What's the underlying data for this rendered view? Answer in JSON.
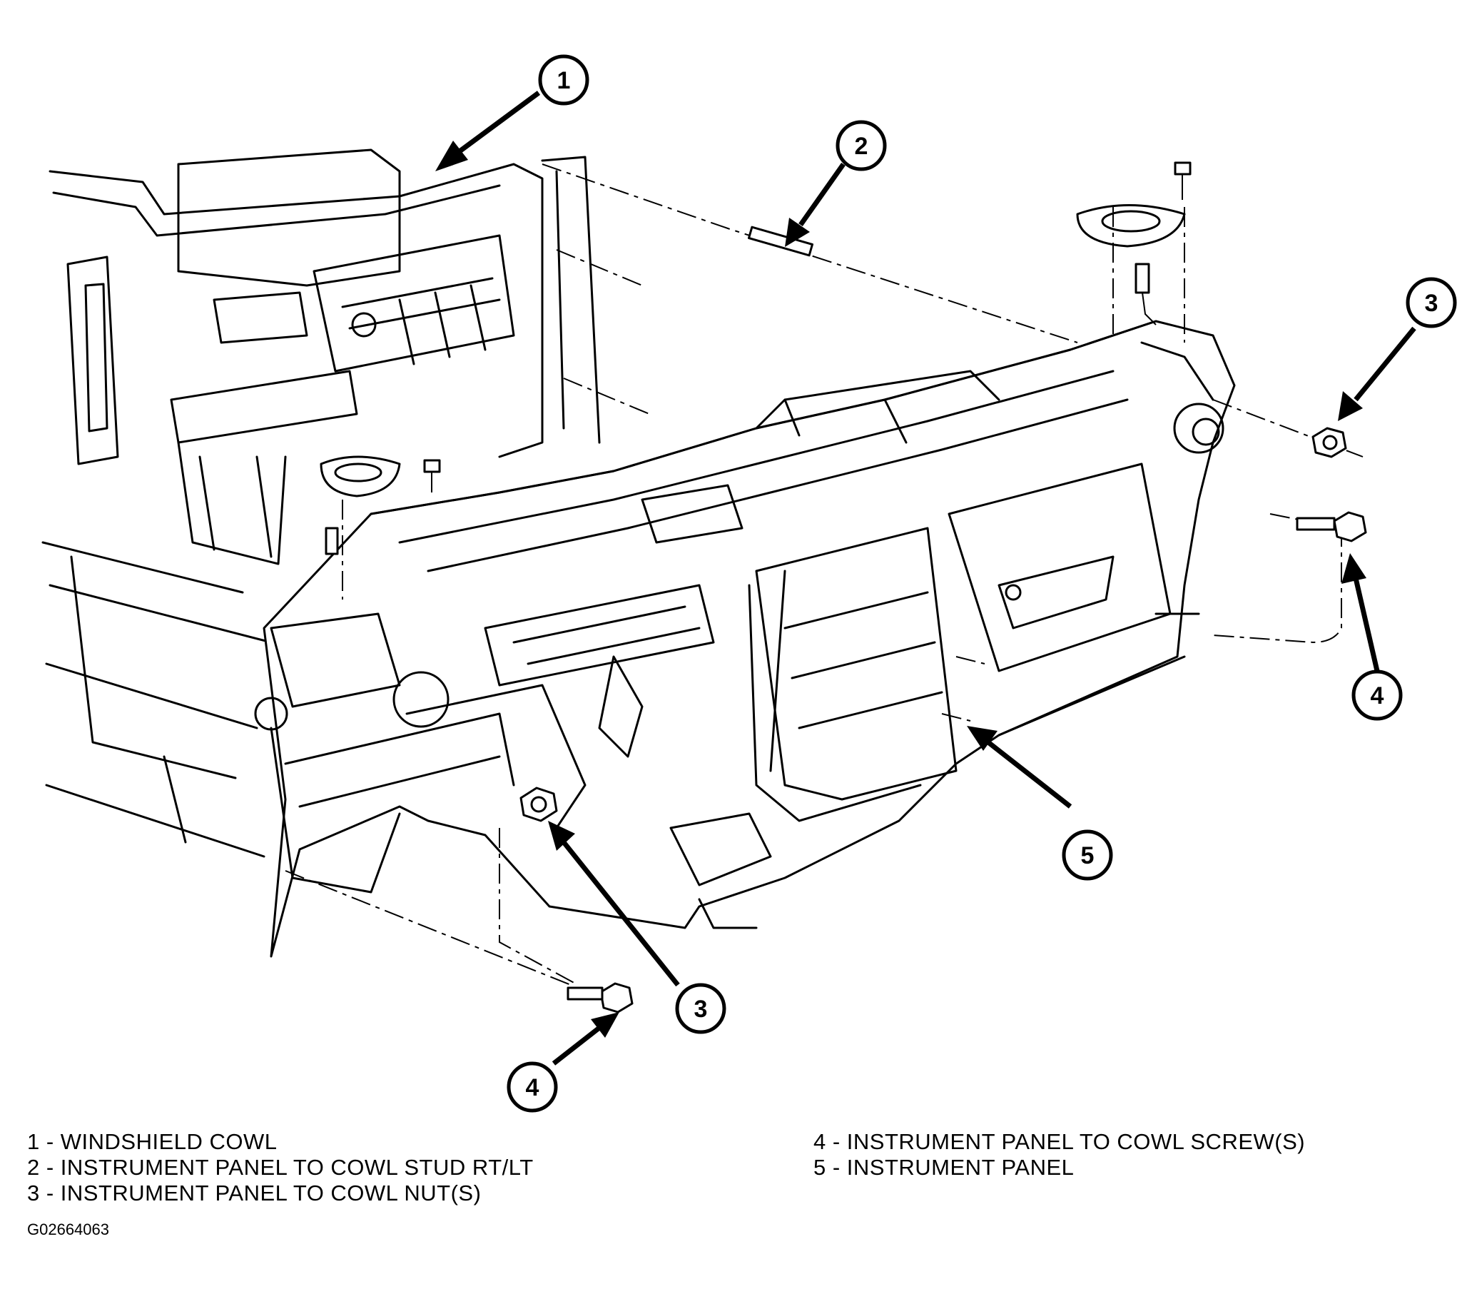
{
  "callouts": [
    {
      "id": "c1",
      "label": "1"
    },
    {
      "id": "c2",
      "label": "2"
    },
    {
      "id": "c3a",
      "label": "3"
    },
    {
      "id": "c3b",
      "label": "3"
    },
    {
      "id": "c4a",
      "label": "4"
    },
    {
      "id": "c4b",
      "label": "4"
    },
    {
      "id": "c5",
      "label": "5"
    }
  ],
  "legend": {
    "left": [
      "1 - WINDSHIELD COWL",
      "2 - INSTRUMENT PANEL TO COWL STUD RT/LT",
      "3 - INSTRUMENT PANEL TO COWL NUT(S)"
    ],
    "right": [
      "4 - INSTRUMENT PANEL TO COWL SCREW(S)",
      "5 - INSTRUMENT PANEL"
    ]
  },
  "figure_id": "G02664063"
}
